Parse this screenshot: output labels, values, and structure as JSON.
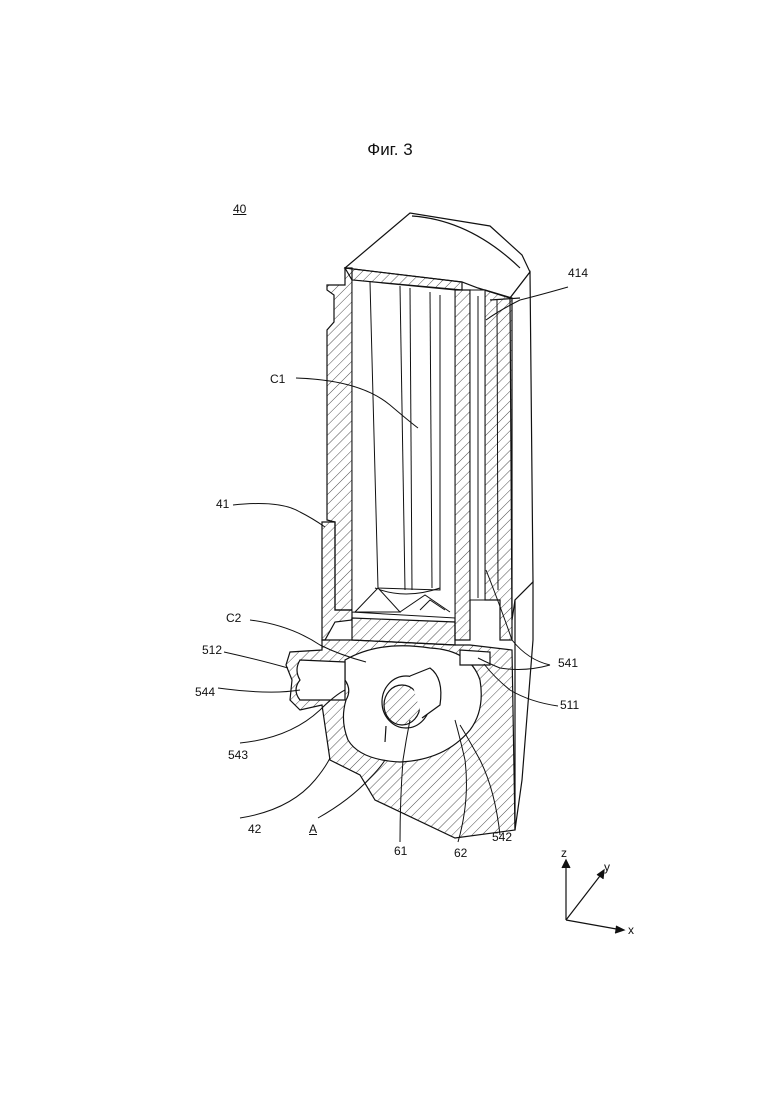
{
  "figure": {
    "title": "Фиг. 3",
    "assembly_ref": "40"
  },
  "labels": {
    "l414": "414",
    "c1": "C1",
    "l41": "41",
    "c2": "C2",
    "l512": "512",
    "l544": "544",
    "l543": "543",
    "l541": "541",
    "l511": "511",
    "l42": "42",
    "a": "A",
    "l61": "61",
    "l62": "62",
    "l542": "542"
  },
  "axes": {
    "z": "z",
    "y": "y",
    "x": "x"
  }
}
